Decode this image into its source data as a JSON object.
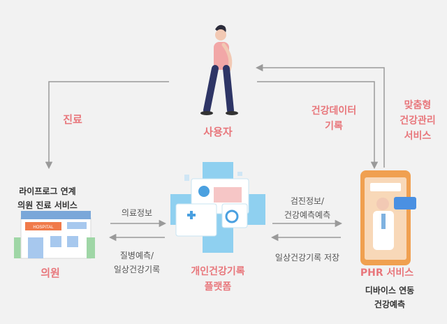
{
  "labels": {
    "user": "사용자",
    "treatment": "진료",
    "health_data_record": [
      "건강데이터",
      "기록"
    ],
    "custom_service": [
      "맞춤형",
      "건강관리",
      "서비스"
    ],
    "lifelog_service": [
      "라이프로그 연계",
      "의원 진료 서비스"
    ],
    "clinic": "의원",
    "medical_info": "의료정보",
    "disease_prediction": [
      "질병예측/",
      "일상건강기록"
    ],
    "phr_platform": [
      "개인건강기록",
      "플랫폼"
    ],
    "checkup_info": [
      "검진정보/",
      "건강예측예측"
    ],
    "daily_record_save": "일상건강기록 저장",
    "phr_service": "PHR 서비스",
    "device_link": [
      "디바이스 연동",
      "건강예측"
    ],
    "hospital_sign": "HOSPITAL"
  },
  "colors": {
    "background": "#f2f2f2",
    "accent_pink": "#e8777c",
    "arrow_gray": "#9a9a9a",
    "platform_blue": "#8fd0f0",
    "phone_orange": "#f0a050"
  }
}
